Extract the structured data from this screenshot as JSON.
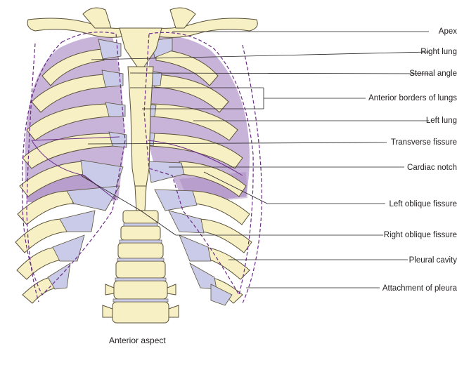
{
  "labels": {
    "apex": "Apex",
    "right_lung": "Right lung",
    "sternal_angle": "Sternal angle",
    "anterior_borders": "Anterior borders of lungs",
    "left_lung": "Left lung",
    "transverse_fissure": "Transverse fissure",
    "cardiac_notch": "Cardiac notch",
    "left_oblique_fissure": "Left oblique fissure",
    "right_oblique_fissure": "Right oblique fissure",
    "pleural_cavity": "Pleural cavity",
    "attachment_of_pleura": "Attachment of pleura"
  },
  "caption": "Anterior aspect",
  "colors": {
    "bone": "#f6f0c4",
    "bone_outline": "#5a5138",
    "cartilage": "#c9cbe8",
    "lung": "#c8b3d9",
    "lung_dark": "#b79fcd",
    "pleura_line": "#6b2a86",
    "leader": "#231f20"
  }
}
